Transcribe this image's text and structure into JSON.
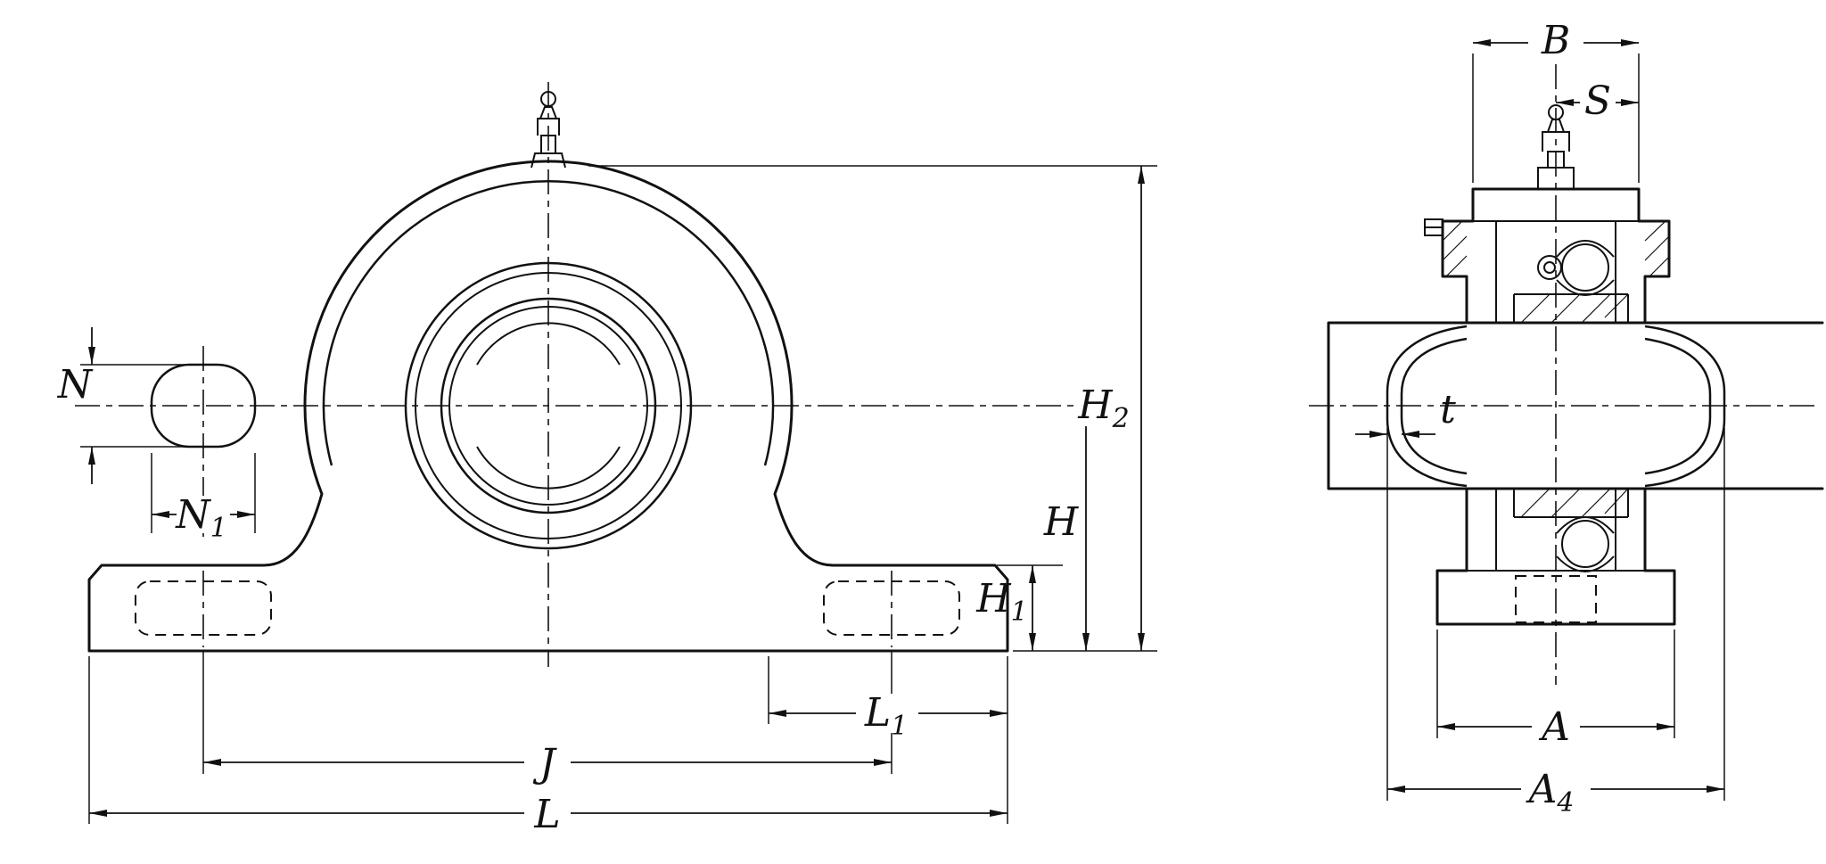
{
  "labels": {
    "front_view": {
      "N": {
        "base": "N",
        "sub": ""
      },
      "N1": {
        "base": "N",
        "sub": "1"
      },
      "H2": {
        "base": "H",
        "sub": "2"
      },
      "H": {
        "base": "H",
        "sub": ""
      },
      "H1": {
        "base": "H",
        "sub": "1"
      },
      "L1": {
        "base": "L",
        "sub": "1"
      },
      "J": {
        "base": "J",
        "sub": ""
      },
      "L": {
        "base": "L",
        "sub": ""
      }
    },
    "side_view": {
      "B": {
        "base": "B",
        "sub": ""
      },
      "S": {
        "base": "S",
        "sub": ""
      },
      "t": {
        "base": "t",
        "sub": ""
      },
      "A": {
        "base": "A",
        "sub": ""
      },
      "A4": {
        "base": "A",
        "sub": "4"
      }
    }
  },
  "colors": {
    "line": "#111111",
    "background": "#ffffff"
  }
}
